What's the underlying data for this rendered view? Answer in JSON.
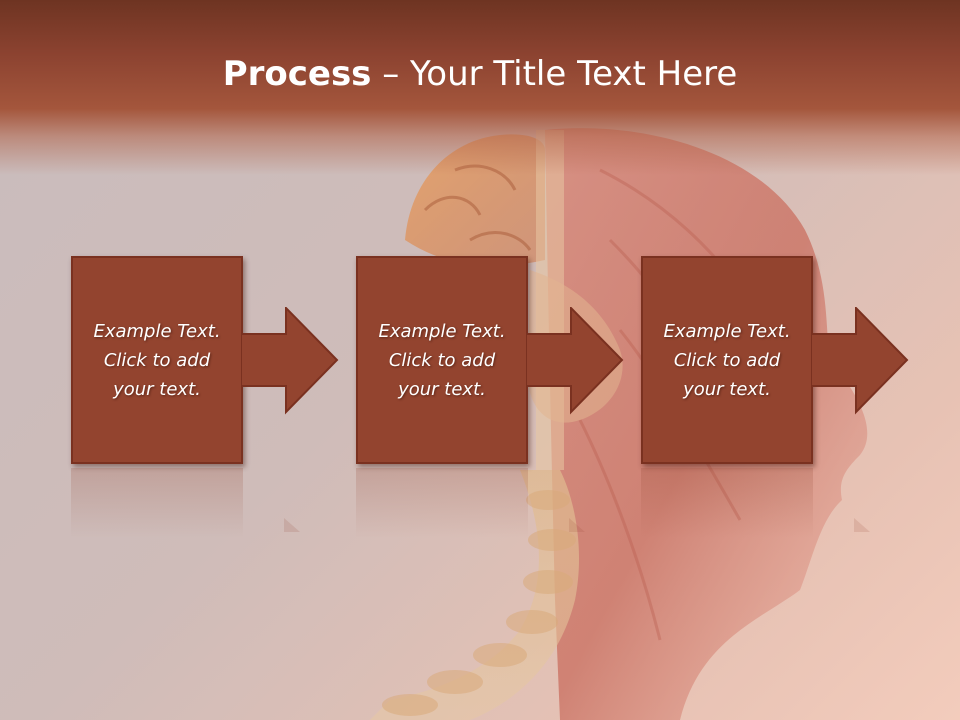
{
  "slide": {
    "title_bold": "Process",
    "title_rest": " – Your Title Text Here"
  },
  "colors": {
    "header": "#8b4230",
    "box_fill": "#93442f",
    "box_border": "#7a3120",
    "text": "#ffffff"
  },
  "process": {
    "steps": [
      {
        "lines": [
          "Example Text.",
          "Click  to add",
          "your text."
        ]
      },
      {
        "lines": [
          "Example Text.",
          "Click  to add",
          "your text."
        ]
      },
      {
        "lines": [
          "Example Text.",
          "Click  to add",
          "your text."
        ]
      }
    ]
  }
}
